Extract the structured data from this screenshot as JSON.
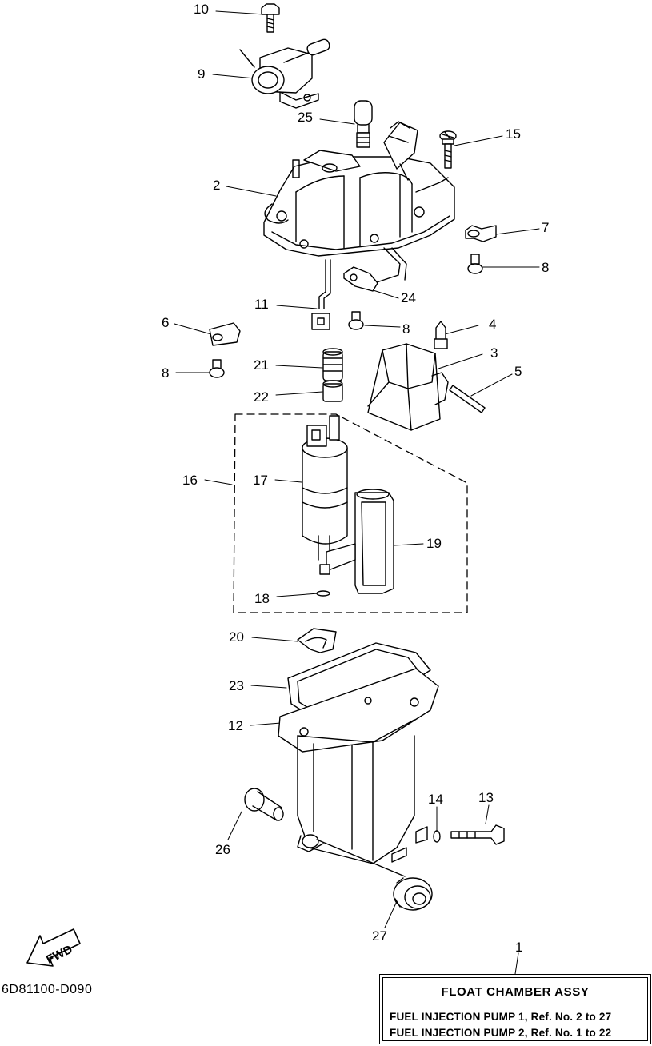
{
  "callouts": {
    "c10": "10",
    "c9": "9",
    "c25": "25",
    "c15": "15",
    "c2": "2",
    "c7": "7",
    "c8a": "8",
    "c11": "11",
    "c24": "24",
    "c6": "6",
    "c8b": "8",
    "c4": "4",
    "c3": "3",
    "c8c": "8",
    "c21": "21",
    "c5": "5",
    "c22": "22",
    "c16": "16",
    "c17": "17",
    "c19": "19",
    "c18": "18",
    "c20": "20",
    "c23": "23",
    "c12": "12",
    "c14": "14",
    "c13": "13",
    "c26": "26",
    "c27": "27",
    "c1": "1"
  },
  "fwd_label": "FWD",
  "drawing_code": "6D81100-D090",
  "info_box": {
    "title": "FLOAT CHAMBER ASSY",
    "line1": "FUEL INJECTION PUMP 1, Ref. No. 2 to 27",
    "line2": "FUEL INJECTION PUMP 2, Ref. No. 1 to 22"
  }
}
